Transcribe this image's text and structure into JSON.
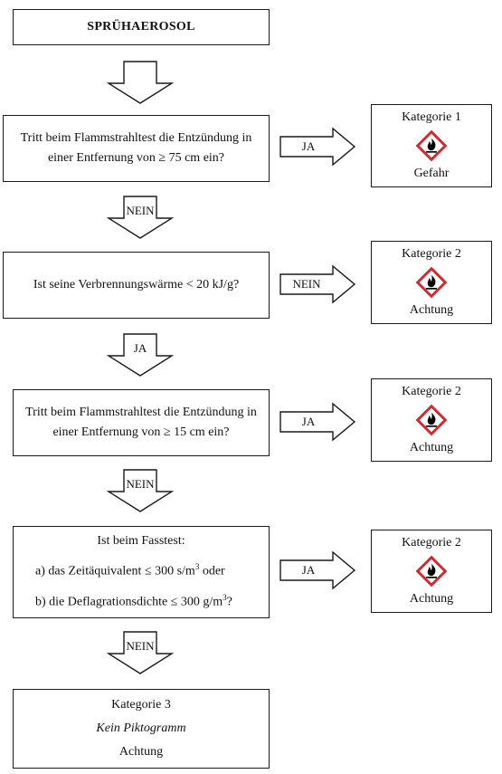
{
  "start": "SPRÜHAEROSOL",
  "questions": [
    {
      "line1": "Tritt beim Flammstrahltest die Entzündung in",
      "line2": "einer Entfernung von ≥ 75 cm ein?"
    },
    {
      "line1": "Ist seine Verbrennungswärme < 20 kJ/g?"
    },
    {
      "line1": "Tritt beim Flammstrahltest die Entzündung in",
      "line2": "einer Entfernung von ≥ 15 cm ein?"
    },
    {
      "line1": "Ist beim Fasstest:",
      "line2": "a)  das Zeitäquivalent ≤ 300 s/m",
      "line2_sup": "3",
      "line2_tail": " oder",
      "line3": "b)  die Deflagrationsdichte ≤ 300 g/m",
      "line3_sup": "3",
      "line3_tail": "?"
    }
  ],
  "down_labels": [
    "NEIN",
    "JA",
    "NEIN",
    "NEIN"
  ],
  "side_labels": [
    "JA",
    "NEIN",
    "JA",
    "JA"
  ],
  "results": [
    {
      "category": "Kategorie 1",
      "signal": "Gefahr",
      "pictogram": "flame-ghs-icon"
    },
    {
      "category": "Kategorie 2",
      "signal": "Achtung",
      "pictogram": "flame-ghs-icon"
    },
    {
      "category": "Kategorie 2",
      "signal": "Achtung",
      "pictogram": "flame-ghs-icon"
    },
    {
      "category": "Kategorie 2",
      "signal": "Achtung",
      "pictogram": "flame-ghs-icon"
    }
  ],
  "final": {
    "category": "Kategorie 3",
    "pictogram_text": "Kein Piktogramm",
    "signal": "Achtung"
  },
  "colors": {
    "pictogram_border": "#d7262e",
    "pictogram_symbol": "#000000",
    "line": "#1a1a1a"
  }
}
